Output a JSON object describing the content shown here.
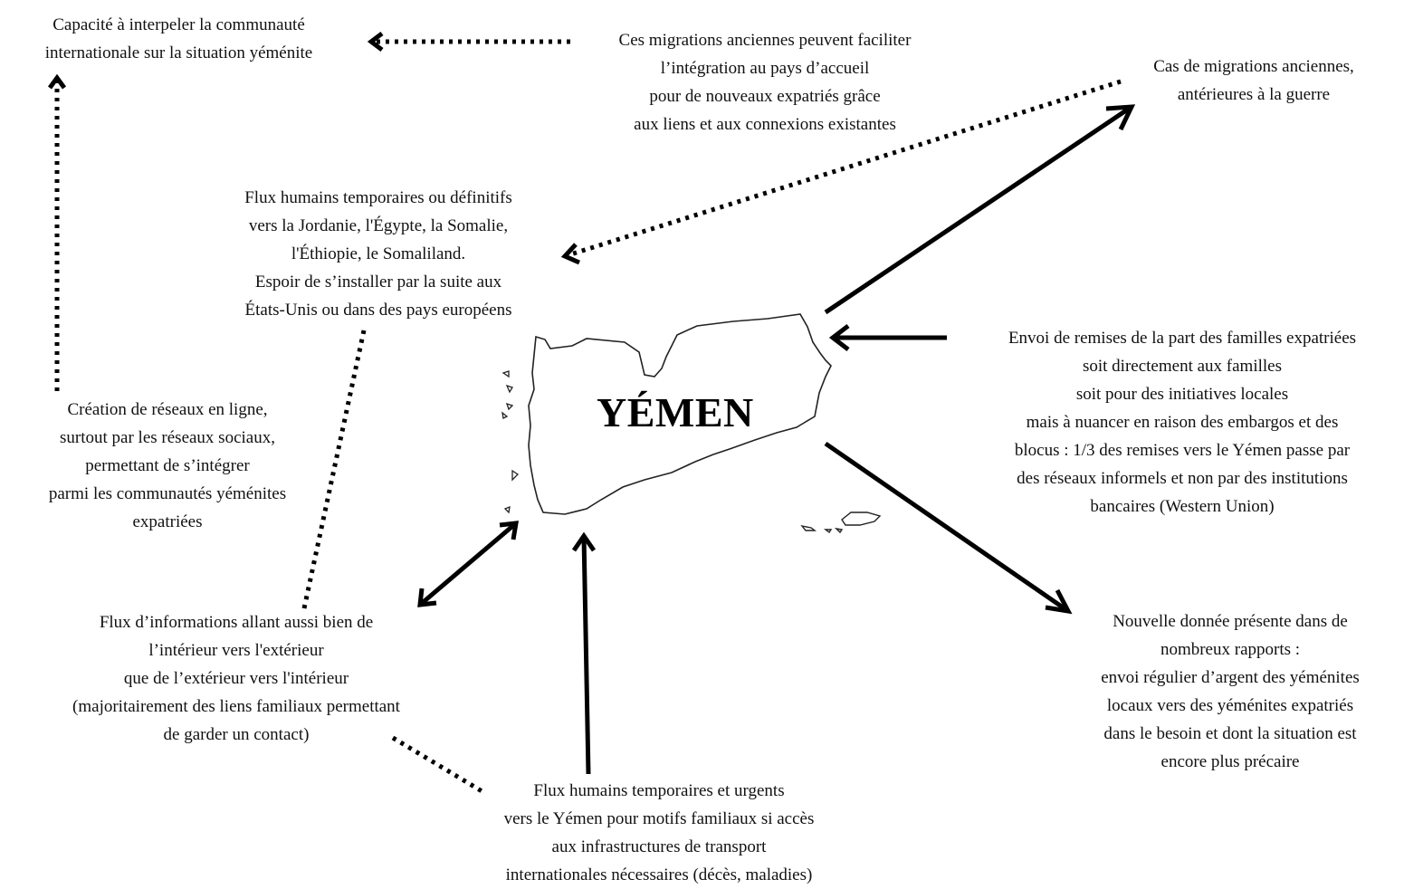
{
  "title": "YÉMEN",
  "colors": {
    "ink": "#111111",
    "arrow": "#000000"
  },
  "nodes": {
    "international_community": {
      "lines": [
        "Capacité à interpeler la communauté",
        "internationale sur la situation yéménite"
      ]
    },
    "old_migrations_facilitate": {
      "lines": [
        "Ces migrations anciennes peuvent faciliter",
        "l’intégration au pays d’accueil",
        "pour de nouveaux expatriés grâce",
        "aux liens et aux connexions existantes"
      ]
    },
    "old_migrations": {
      "lines": [
        "Cas de migrations anciennes,",
        "antérieures à la guerre"
      ]
    },
    "human_flows_outward": {
      "lines": [
        "Flux humains temporaires ou définitifs",
        "vers la Jordanie, l'Égypte, la Somalie,",
        "l'Éthiopie, le Somaliland.",
        "Espoir de s’installer par la suite aux",
        "États-Unis ou dans des pays européens"
      ]
    },
    "online_networks": {
      "lines": [
        "Création de réseaux en ligne,",
        "surtout par les réseaux sociaux,",
        "permettant de s’intégrer",
        "parmi les communautés yéménites",
        "expatriées"
      ]
    },
    "remittances": {
      "lines": [
        "Envoi de remises de la part des familles expatriées",
        "soit directement aux familles",
        "soit pour des initiatives locales",
        "mais à nuancer en raison des embargos et des",
        "blocus : 1/3 des remises vers le Yémen passe par",
        "des réseaux informels  et non par des institutions",
        "bancaires (Western Union)"
      ]
    },
    "information_flows": {
      "lines": [
        "Flux d’informations allant aussi bien de",
        "l’intérieur vers l'extérieur",
        "que de l’extérieur vers l'intérieur",
        "(majoritairement des liens familiaux permettant",
        "de garder un contact)"
      ]
    },
    "reverse_money": {
      "lines": [
        "Nouvelle donnée présente dans de",
        "nombreux rapports :",
        "envoi régulier d’argent des yéménites",
        "locaux vers des yéménites expatriés",
        "dans le besoin et dont la situation est",
        "encore plus précaire"
      ]
    },
    "urgent_flows_inward": {
      "lines": [
        "Flux humains temporaires et urgents",
        "vers le Yémen pour motifs familiaux si accès",
        "aux infrastructures de transport",
        "internationales nécessaires (décès, maladies)"
      ]
    }
  }
}
